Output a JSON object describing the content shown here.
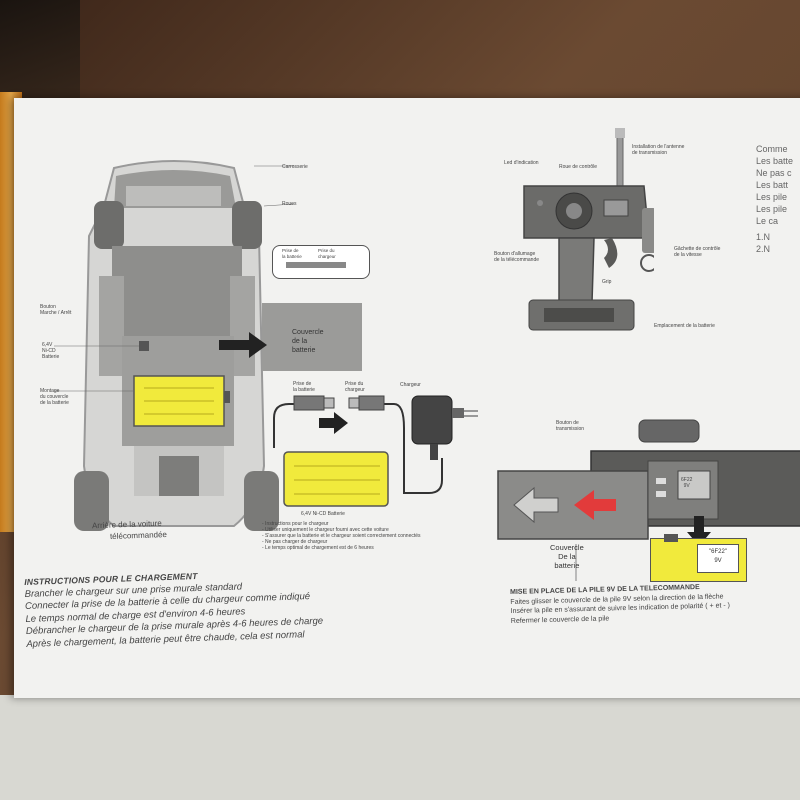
{
  "car_labels": {
    "carrosserie": "Carrosserie",
    "roues": "Roues",
    "bouton": "Bouton\nMarche / Arrêt",
    "batterie": "6,4V\nNi-CD\nBatterie",
    "montage": "Montage\ndu couvercle\nde la batterie",
    "prise_batterie_top": "Prise de\nla batterie",
    "prise_chargeur_top": "Prise du\nchargeur",
    "couvercle": "Couvercle\nde la\nbatterie",
    "prise_batterie": "Prise de\nla batterie",
    "prise_chargeur": "Prise du\nchargeur",
    "chargeur": "Chargeur",
    "battery_caption": "6,4V Ni-CD Batterie",
    "car_caption_line1": "Arrière de la voiture",
    "car_caption_line2": "télécommandée"
  },
  "charger_notes": [
    "- Instructions pour le chargeur",
    "- Utiliser uniquement le chargeur fourni avec cette voiture",
    "- S'assurer que la batterie et le chargeur soient correctement connectés",
    "- Ne pas charger de chargeur",
    "- Le temps optimal de chargement est de 6 heures"
  ],
  "remote_labels": {
    "led": "Led d'indication",
    "roue": "Roue de contrôle",
    "installation": "Installation de l'antenne\nde transmission",
    "bouton_allumage": "Bouton d'allumage\nde la télécommande",
    "gachette": "Gâchette de contrôle\nde la vitesse",
    "grip": "Grip",
    "emplacement": "Emplacement de la batterie"
  },
  "right_edge": [
    "Comme",
    "Les batte",
    "Ne pas c",
    "Les batt",
    "Les pile",
    "Les pile",
    "Le ca",
    "1.N",
    "2.N"
  ],
  "battery_install": {
    "bouton_transmission": "Bouton de\ntransmission",
    "couvercle": "Couvercle\nDe la\nbatterie",
    "pile_small": "6F22\n9V",
    "pile_label_1": "\"6F22\"",
    "pile_label_2": "9V"
  },
  "instructions_charge": {
    "title": "INSTRUCTIONS POUR LE CHARGEMENT",
    "lines": [
      "Brancher le chargeur sur une prise murale standard",
      "Connecter la prise de la batterie à celle du chargeur comme indiqué",
      "Le temps normal de charge est d'environ 4-6 heures",
      "Débrancher le chargeur de la prise murale après 4-6 heures de charge",
      "Après le chargement, la batterie peut être chaude, cela est normal"
    ]
  },
  "instructions_pile": {
    "title": "MISE EN PLACE DE LA PILE 9V DE LA TELECOMMANDE",
    "lines": [
      "Faites glisser le couvercle de la pile 9V selon la direction de la flèche",
      "Insérer la pile en s'assurant de suivre les indication de polarité ( + et - )",
      "Refermer le couvercle de la pile"
    ]
  },
  "colors": {
    "battery_yellow": "#f1ea3c",
    "arrow_red": "#e23b3b",
    "sheet": "#f2f2f0",
    "gray": "#8a8a8a"
  }
}
